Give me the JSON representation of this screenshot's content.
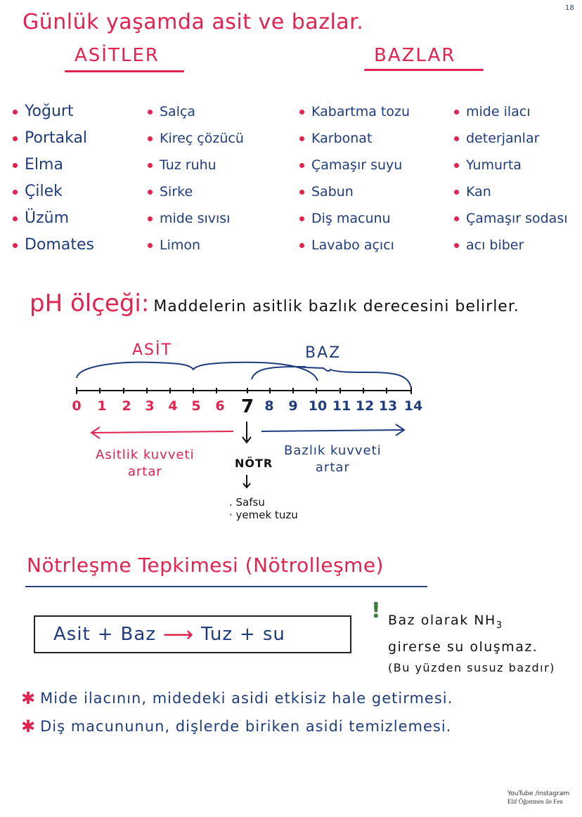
{
  "page": {
    "number": "18",
    "title": "Günlük yaşamda asit ve bazlar."
  },
  "columns": {
    "acids": {
      "heading": "ASİTLER",
      "col1": [
        "Yoğurt",
        "Portakal",
        "Elma",
        "Çilek",
        "Üzüm",
        "Domates"
      ],
      "col2": [
        "Salça",
        "Kireç çözücü",
        "Tuz ruhu",
        "Sirke",
        "mide sıvısı",
        "Limon"
      ]
    },
    "bases": {
      "heading": "BAZLAR",
      "col1": [
        "Kabartma tozu",
        "Karbonat",
        "Çamaşır suyu",
        "Sabun",
        "Diş macunu",
        "Lavabo açıcı"
      ],
      "col2": [
        "mide ilacı",
        "deterjanlar",
        "Yumurta",
        "Kan",
        "Çamaşır sodası",
        "acı biber"
      ]
    }
  },
  "ph": {
    "title": "pH ölçeği:",
    "definition": "Maddelerin asitlik bazlık derecesini belirler.",
    "acid_label": "ASİT",
    "base_label": "BAZ",
    "ticks": [
      "0",
      "1",
      "2",
      "3",
      "4",
      "5",
      "6",
      "7",
      "8",
      "9",
      "10",
      "11",
      "12",
      "13",
      "14"
    ],
    "acid_strength": "Asitlik kuvveti",
    "acid_strength_2": "artar",
    "base_strength": "Bazlık kuvveti",
    "base_strength_2": "artar",
    "neutral_label": "NÖTR",
    "neutral_examples": [
      ". Safsu",
      "· yemek tuzu"
    ],
    "colors": {
      "acid": "#e0234f",
      "base": "#1f3c7c",
      "neutral": "#111111"
    }
  },
  "neutralization": {
    "title": "Nötrleşme Tepkimesi (Nötrolleşme)",
    "equation": {
      "reactant1": "Asit",
      "plus1": "+",
      "reactant2": "Baz",
      "arrow": "⟶",
      "product1": "Tuz",
      "plus2": "+",
      "product2": "su"
    },
    "note_mark": "!",
    "note_line1": "Baz olarak NH",
    "note_sub": "3",
    "note_line2": "girerse su oluşmaz.",
    "note_line3": "(Bu yüzden susuz bazdır)",
    "examples": [
      "Mide ilacının, midedeki asidi etkisiz hale getirmesi.",
      "Diş macununun, dişlerde biriken asidi temizlemesi."
    ],
    "star": "✱"
  },
  "footer": {
    "line1": "YouTube /instagram",
    "line2": "Elif Öğretmen ile Fen"
  }
}
